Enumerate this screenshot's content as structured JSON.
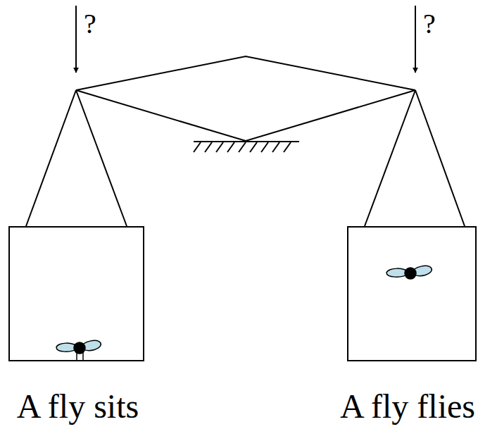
{
  "diagram": {
    "nodes": [
      {
        "text": [
          "A fly sits"
        ]
      },
      {
        "text": [
          "A fly flies"
        ]
      }
    ],
    "labels": [
      "?",
      "?"
    ]
  }
}
